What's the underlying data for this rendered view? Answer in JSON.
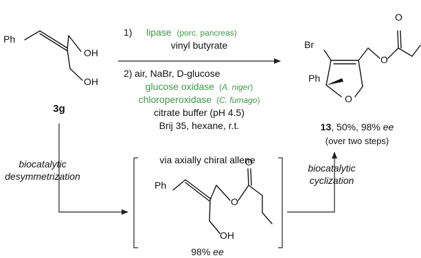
{
  "compound_3g": {
    "label": "3g",
    "atoms": {
      "ph": "Ph",
      "oh_top": "OH",
      "oh_bottom": "OH"
    }
  },
  "reaction": {
    "step1": {
      "number": "1)",
      "enzyme": "lipase",
      "enzyme_source": "(porc. pancreas)",
      "reagent": "vinyl butyrate"
    },
    "step2": {
      "number": "2)",
      "reagents": "air, NaBr, D-glucose",
      "enzyme1": "glucose oxidase",
      "enzyme1_source": "A. niger",
      "enzyme2": "chloroperoxidase",
      "enzyme2_source": "C. fumago",
      "buffer": "citrate buffer (pH 4.5)",
      "conditions": "Brij 35, hexane, r.t."
    }
  },
  "product_13": {
    "atoms": {
      "br": "Br",
      "ph": "Ph",
      "o_ring": "O",
      "o_ester": "O",
      "o_carbonyl": "O"
    },
    "label": "13",
    "yield": ", 50%, 98% ",
    "ee": "ee",
    "note": "(over two steps)"
  },
  "intermediate": {
    "title": "via axially chiral allene",
    "atoms": {
      "ph": "Ph",
      "o_ester": "O",
      "o_carbonyl": "O",
      "oh": "OH"
    },
    "ee_value": "98% ",
    "ee": "ee"
  },
  "labels": {
    "desym_line1": "biocatalytic",
    "desym_line2": "desymmetrization",
    "cycl_line1": "biocatalytic",
    "cycl_line2": "cyclization"
  },
  "colors": {
    "enzyme": "#3e9a45",
    "text": "#111111"
  }
}
